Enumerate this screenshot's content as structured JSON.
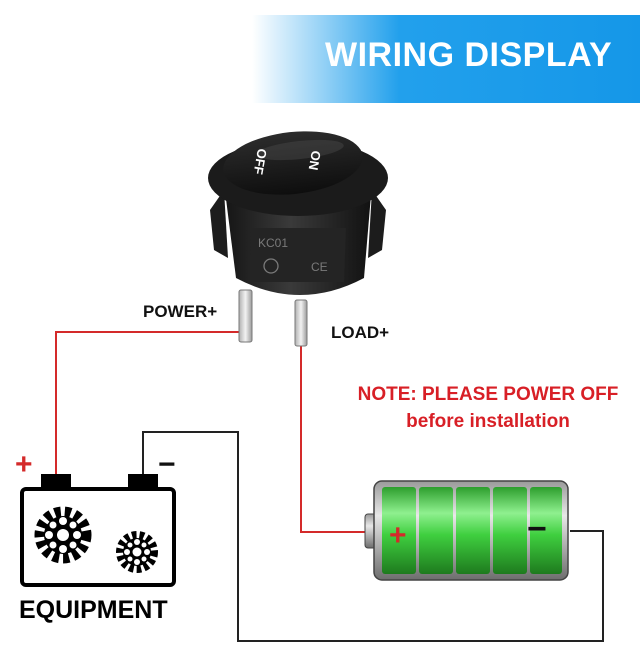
{
  "banner": {
    "title": "WIRING DISPLAY",
    "color": "#1597e8"
  },
  "labels": {
    "power": "POWER+",
    "load": "LOAD+",
    "equipment": "EQUIPMENT"
  },
  "note": {
    "line1": "NOTE: PLEASE POWER OFF",
    "line2": "before installation",
    "color": "#d81f26"
  },
  "switch": {
    "on_label": "ON",
    "off_label": "OFF",
    "model": "KC01",
    "marking": "CE"
  },
  "equipment_terminals": {
    "positive": "+",
    "negative": "−"
  },
  "battery_terminals": {
    "positive": "+",
    "negative": "−"
  },
  "colors": {
    "positive_wire": "#d42a2a",
    "negative_wire": "#222222",
    "battery_green": "#3fcf3f"
  }
}
